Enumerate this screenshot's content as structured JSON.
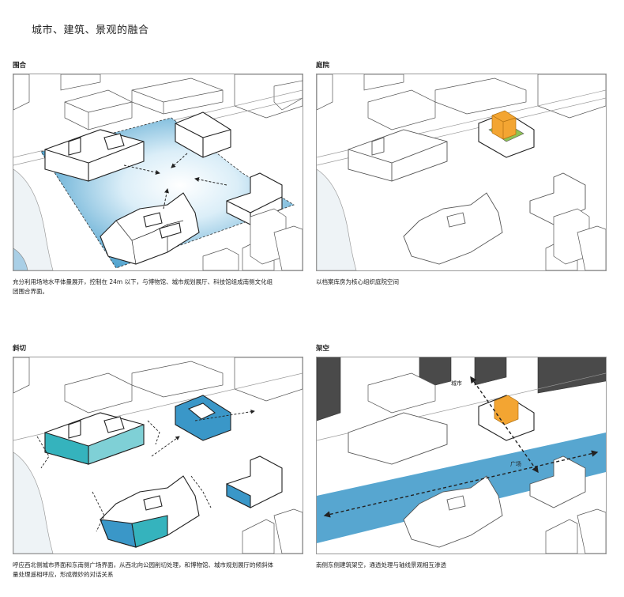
{
  "page": {
    "title": "城市、建筑、景观的融合"
  },
  "panels": [
    {
      "label": "围合",
      "caption": "充分利用场地水平体量展开，控制在 24m 以下，与博物馆、城市规划展厅、科技馆组成南侧文化组团围合界面。"
    },
    {
      "label": "庭院",
      "caption": "以档案库房为核心组织庭院空间"
    },
    {
      "label": "斜切",
      "caption": "呼应西北侧城市界面和东南侧广场界面，从西北向公园削切处理，和博物馆、城市规划展厅的倾斜体量处理遥相呼应，形成微妙的对话关系"
    },
    {
      "label": "架空",
      "caption": "南侧东侧建筑架空，通透处理与轴线景观相互渗透",
      "tags": {
        "city": "城市",
        "plaza": "广场"
      }
    }
  ],
  "colors": {
    "accent_blue": "#3a97c8",
    "teal": "#35b3bd",
    "orange": "#f3a532",
    "green": "#8fc355",
    "dark_block": "#4a4a4a"
  }
}
